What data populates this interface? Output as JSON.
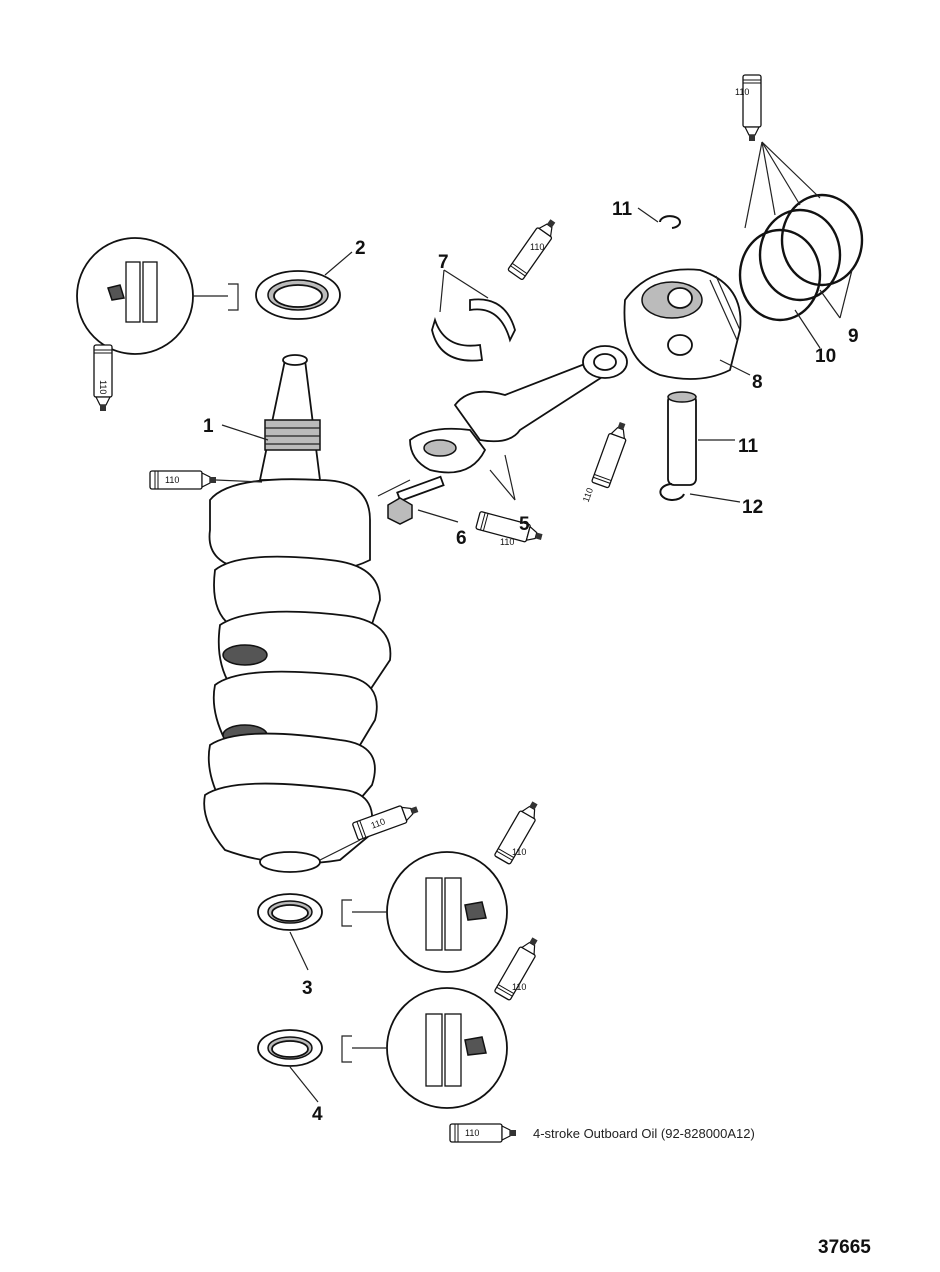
{
  "callouts": {
    "c1": "1",
    "c2": "2",
    "c3": "3",
    "c4": "4",
    "c5": "5",
    "c6": "6",
    "c7": "7",
    "c8": "8",
    "c9": "9",
    "c10": "10",
    "c11a": "11",
    "c11b": "11",
    "c12": "12"
  },
  "lubricant_code": "110",
  "legend": {
    "code": "110",
    "text": "4-stroke Outboard Oil (92-828000A12)"
  },
  "document_number": "37665"
}
